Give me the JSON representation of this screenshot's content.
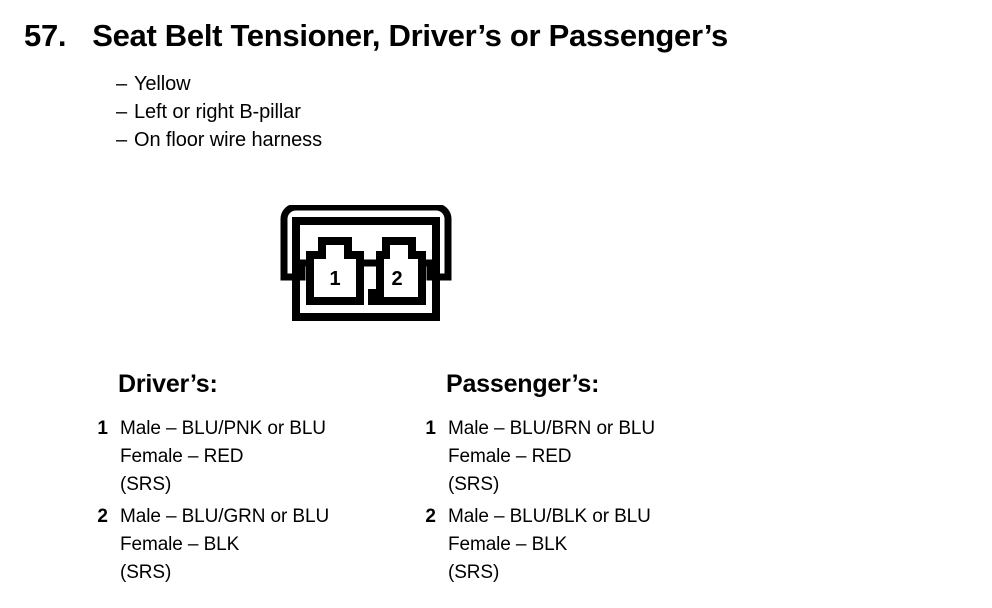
{
  "entry": {
    "number": "57.",
    "title": "Seat Belt Tensioner, Driver’s or Passenger’s"
  },
  "attributes": [
    {
      "dash": "–",
      "text": "Yellow"
    },
    {
      "dash": "–",
      "text": "Left or right B-pillar"
    },
    {
      "dash": "–",
      "text": "On floor wire harness"
    }
  ],
  "connector": {
    "name": "2-cavity-connector",
    "cavities": [
      {
        "label": "1"
      },
      {
        "label": "2"
      }
    ]
  },
  "columns": [
    {
      "heading": "Driver’s:",
      "pins": [
        {
          "number": "1",
          "lines": [
            "Male – BLU/PNK or BLU",
            "Female – RED",
            "(SRS)"
          ]
        },
        {
          "number": "2",
          "lines": [
            "Male – BLU/GRN or BLU",
            "Female – BLK",
            "(SRS)"
          ]
        }
      ]
    },
    {
      "heading": "Passenger’s:",
      "pins": [
        {
          "number": "1",
          "lines": [
            "Male – BLU/BRN or BLU",
            "Female – RED",
            "(SRS)"
          ]
        },
        {
          "number": "2",
          "lines": [
            "Male – BLU/BLK or BLU",
            "Female – BLK",
            "(SRS)"
          ]
        }
      ]
    }
  ],
  "colors": {
    "ink": "#000000",
    "page": "#ffffff"
  }
}
